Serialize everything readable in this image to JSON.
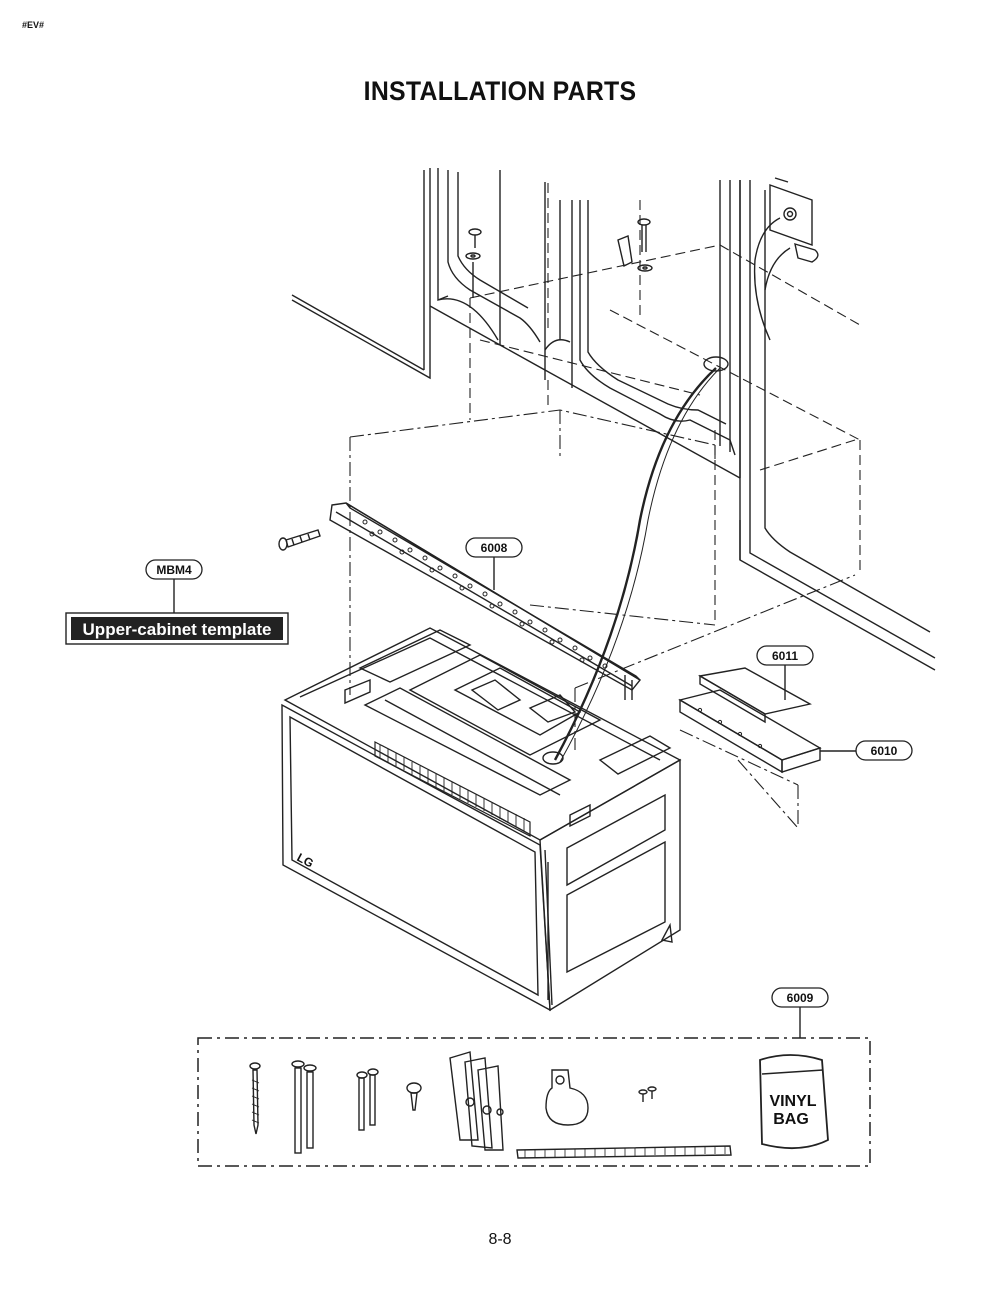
{
  "header": {
    "corner_code": "#EV#",
    "title": "INSTALLATION PARTS"
  },
  "callouts": {
    "c6008": "6008",
    "mbm4": "MBM4",
    "c6011": "6011",
    "c6010": "6010",
    "c6009": "6009"
  },
  "template_label": "Upper-cabinet template",
  "vinyl_bag": {
    "line1": "VINYL",
    "line2": "BAG"
  },
  "oven_logo": "LG",
  "footer": {
    "page_number": "8-8"
  },
  "colors": {
    "line": "#222222",
    "background": "#ffffff"
  }
}
